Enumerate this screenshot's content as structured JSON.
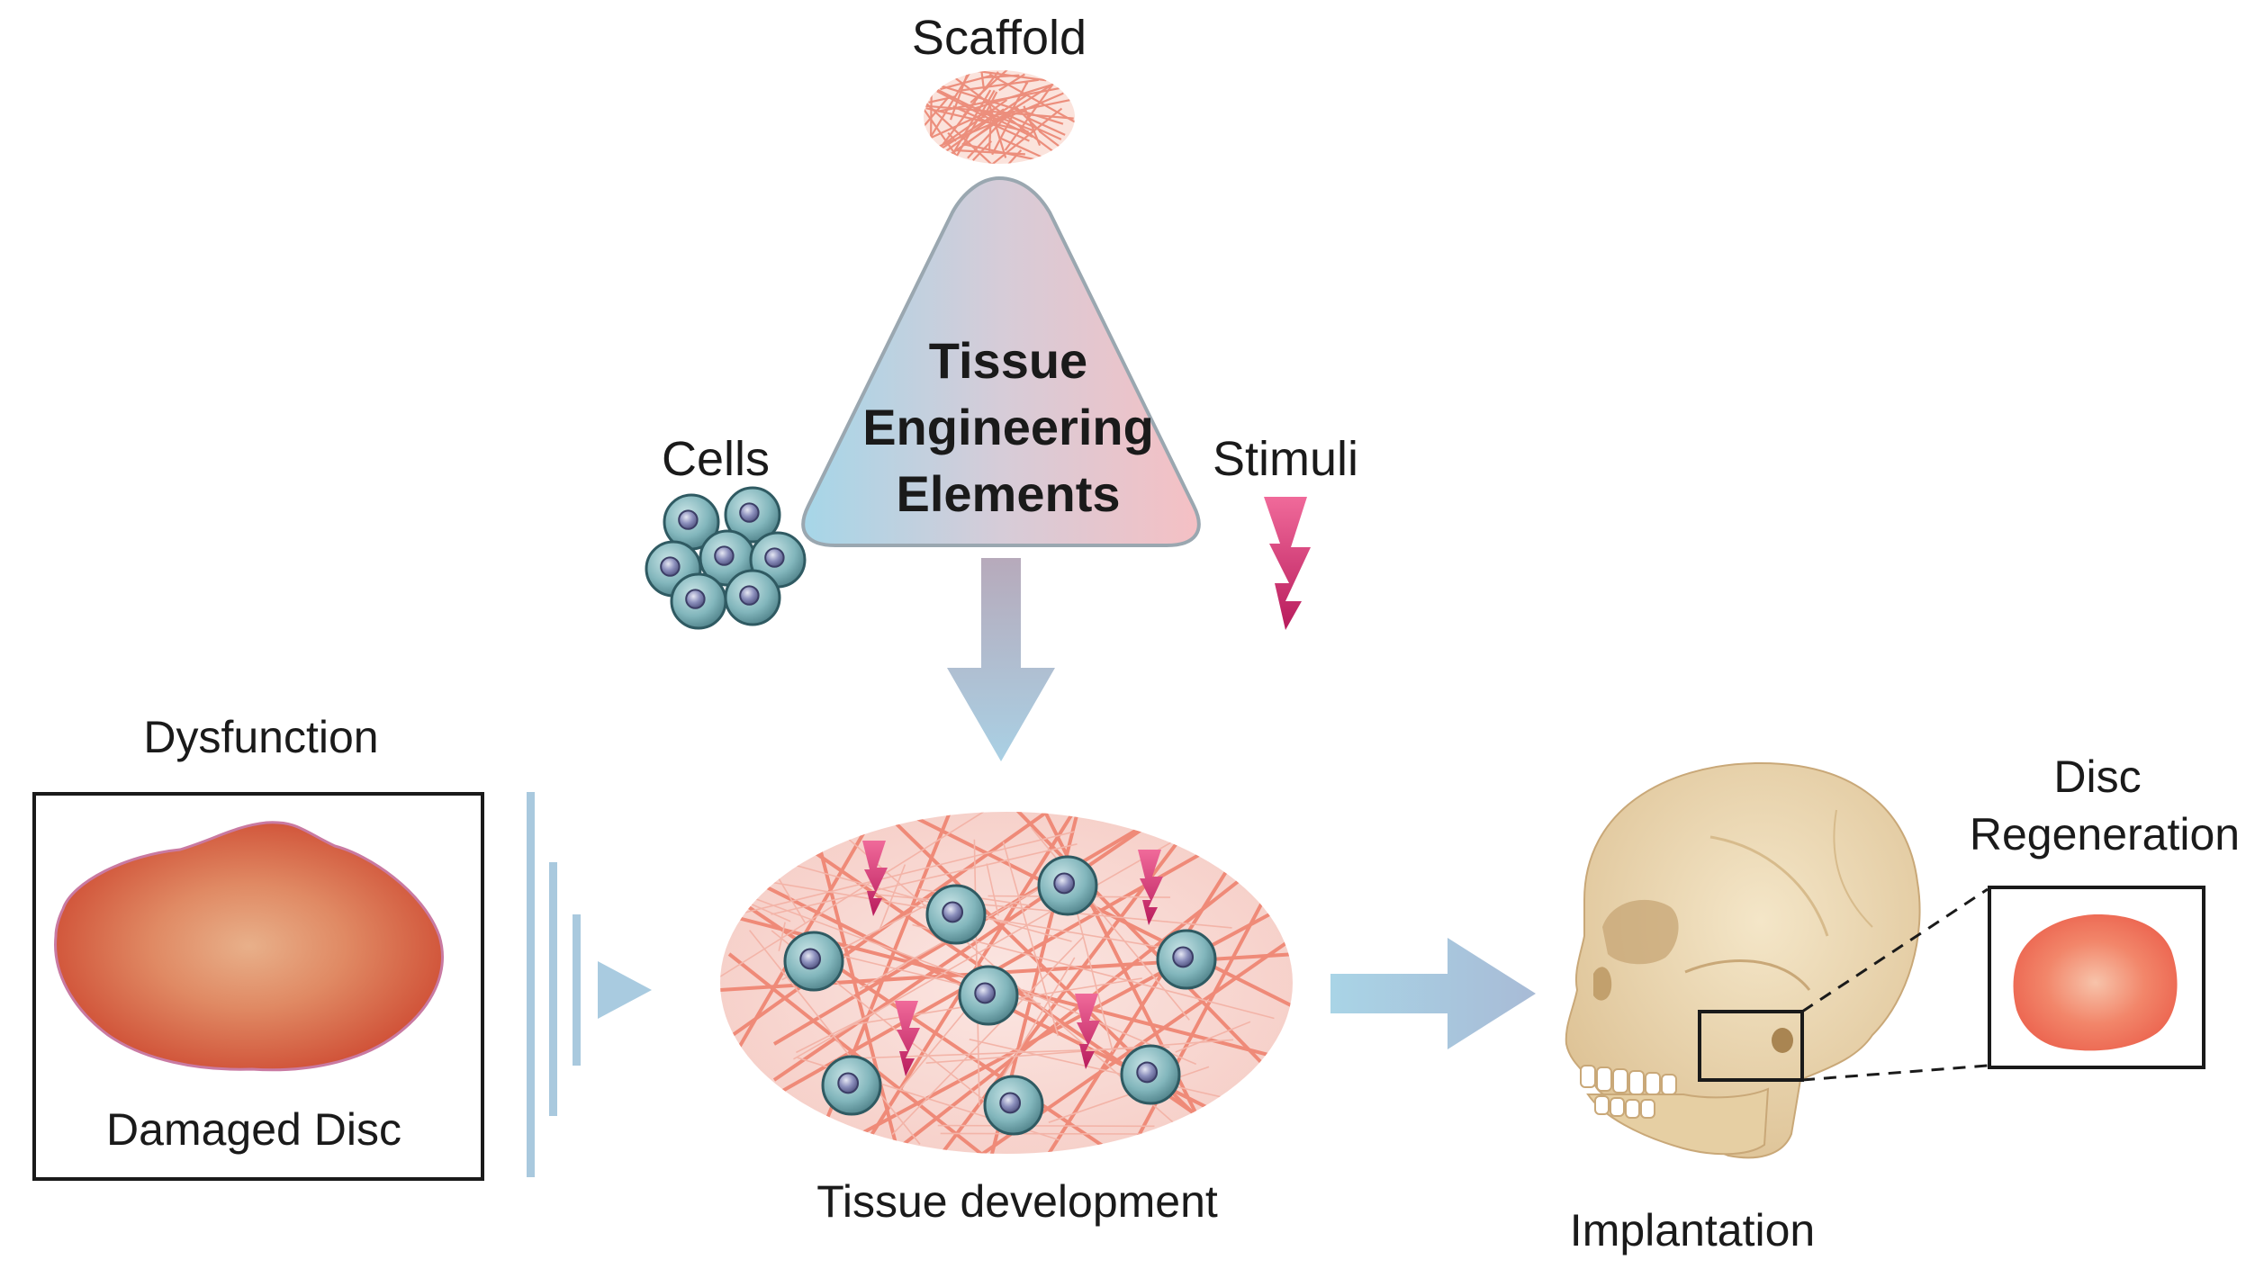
{
  "labels": {
    "scaffold": "Scaffold",
    "triangle_line1": "Tissue",
    "triangle_line2": "Engineering",
    "triangle_line3": "Elements",
    "cells": "Cells",
    "stimuli": "Stimuli",
    "dysfunction": "Dysfunction",
    "damaged_disc": "Damaged Disc",
    "tissue_development": "Tissue development",
    "implantation": "Implantation",
    "disc_regen_line1": "Disc",
    "disc_regen_line2": "Regeneration"
  },
  "colors": {
    "triangle_left": "#a8d4e4",
    "triangle_right": "#f3c1c6",
    "cell_fill": "#7fb2b8",
    "cell_nucleus": "#6a6f9c",
    "fiber": "#ef8a78",
    "bolt": "#d2286e",
    "disc_damaged": "#d9583e",
    "disc_regen": "#f0705a",
    "skull": "#ecd9b4",
    "arrow_blue": "#a9cbe0"
  }
}
